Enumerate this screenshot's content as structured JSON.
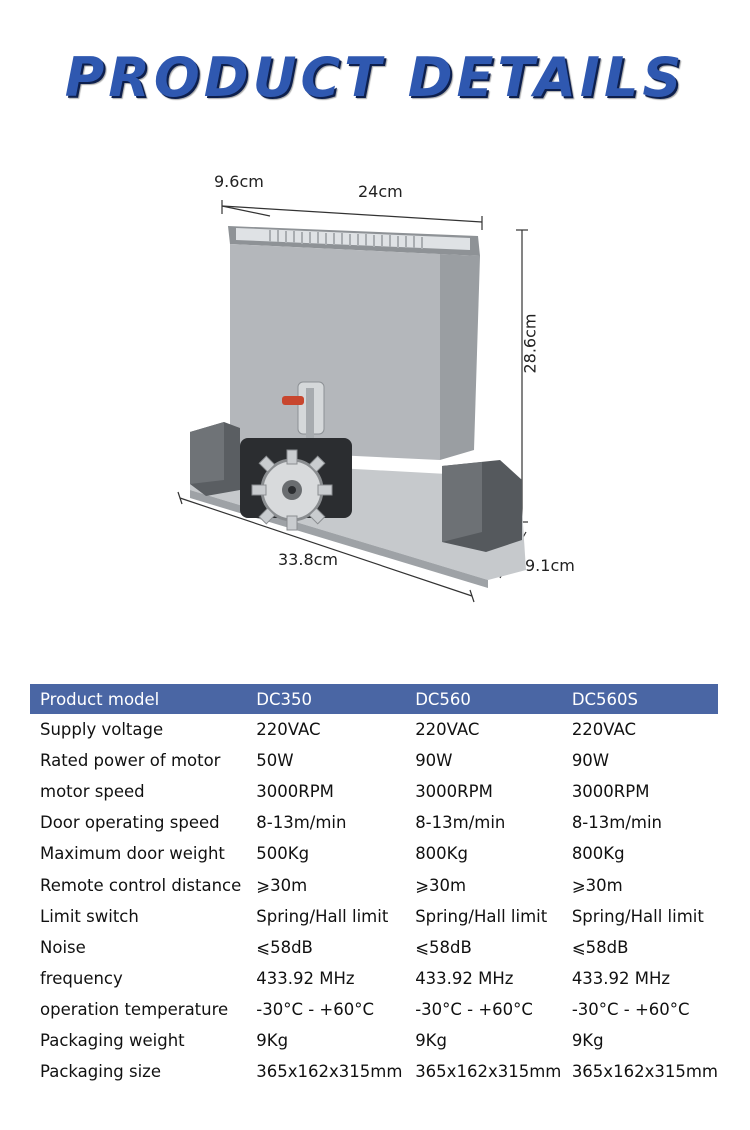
{
  "title": "PRODUCT DETAILS",
  "dimensions": {
    "depth_top": "9.6cm",
    "width_top": "24cm",
    "height": "28.6cm",
    "length_base": "33.8cm",
    "depth_base": "9.1cm"
  },
  "table": {
    "headers": [
      "Product model",
      "DC350",
      "DC560",
      "DC560S"
    ],
    "rows": [
      [
        "Supply voltage",
        "220VAC",
        "220VAC",
        "220VAC"
      ],
      [
        "Rated power of motor",
        "50W",
        "90W",
        "90W"
      ],
      [
        "motor speed",
        "3000RPM",
        "3000RPM",
        "3000RPM"
      ],
      [
        "Door operating speed",
        "8-13m/min",
        "8-13m/min",
        "8-13m/min"
      ],
      [
        "Maximum door weight",
        "500Kg",
        "800Kg",
        "800Kg"
      ],
      [
        "Remote control distance",
        "⩾30m",
        "⩾30m",
        "⩾30m"
      ],
      [
        "Limit switch",
        "Spring/Hall limit",
        "Spring/Hall limit",
        "Spring/Hall limit"
      ],
      [
        "Noise",
        "⩽58dB",
        "⩽58dB",
        "⩽58dB"
      ],
      [
        "frequency",
        "433.92 MHz",
        "433.92 MHz",
        "433.92 MHz"
      ],
      [
        "operation temperature",
        "-30°C - +60°C",
        "-30°C - +60°C",
        "-30°C - +60°C"
      ],
      [
        "Packaging weight",
        "9Kg",
        "9Kg",
        "9Kg"
      ],
      [
        "Packaging size",
        "365x162x315mm",
        "365x162x315mm",
        "365x162x315mm"
      ]
    ]
  },
  "colors": {
    "title": "#2f58b0",
    "table_header": "#4a66a4"
  }
}
